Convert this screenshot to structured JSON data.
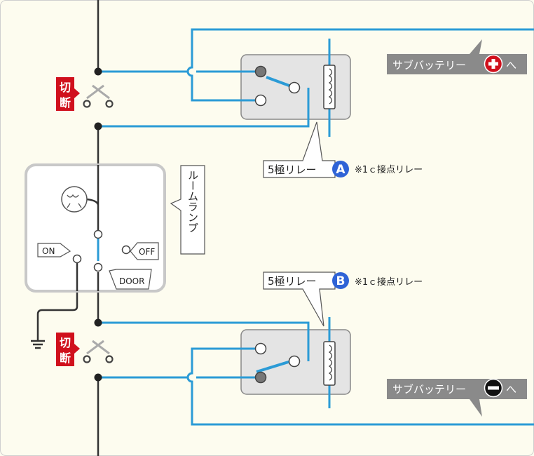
{
  "colors": {
    "background": "#fdfcef",
    "wire_blue": "#2b9bd6",
    "wire_dark": "#333333",
    "relay_box": "#e4e4e4",
    "label_gray": "#8a8a8a",
    "cut_red": "#d0101c",
    "badge_blue": "#2f63d6"
  },
  "relay_a": {
    "label": "5極リレー",
    "badge": "A",
    "note": "※1ｃ接点リレー"
  },
  "relay_b": {
    "label": "5極リレー",
    "badge": "B",
    "note": "※1ｃ接点リレー"
  },
  "sub_battery_plus": {
    "label": "サブバッテリー",
    "suffix": "へ"
  },
  "sub_battery_minus": {
    "label": "サブバッテリー",
    "suffix": "へ"
  },
  "cut_top": {
    "label_line1": "切",
    "label_line2": "断"
  },
  "cut_bottom": {
    "label_line1": "切",
    "label_line2": "断"
  },
  "room_lamp": {
    "label": "ルームランプ",
    "switch_on": "ON",
    "switch_off": "OFF",
    "switch_door": "DOOR"
  }
}
